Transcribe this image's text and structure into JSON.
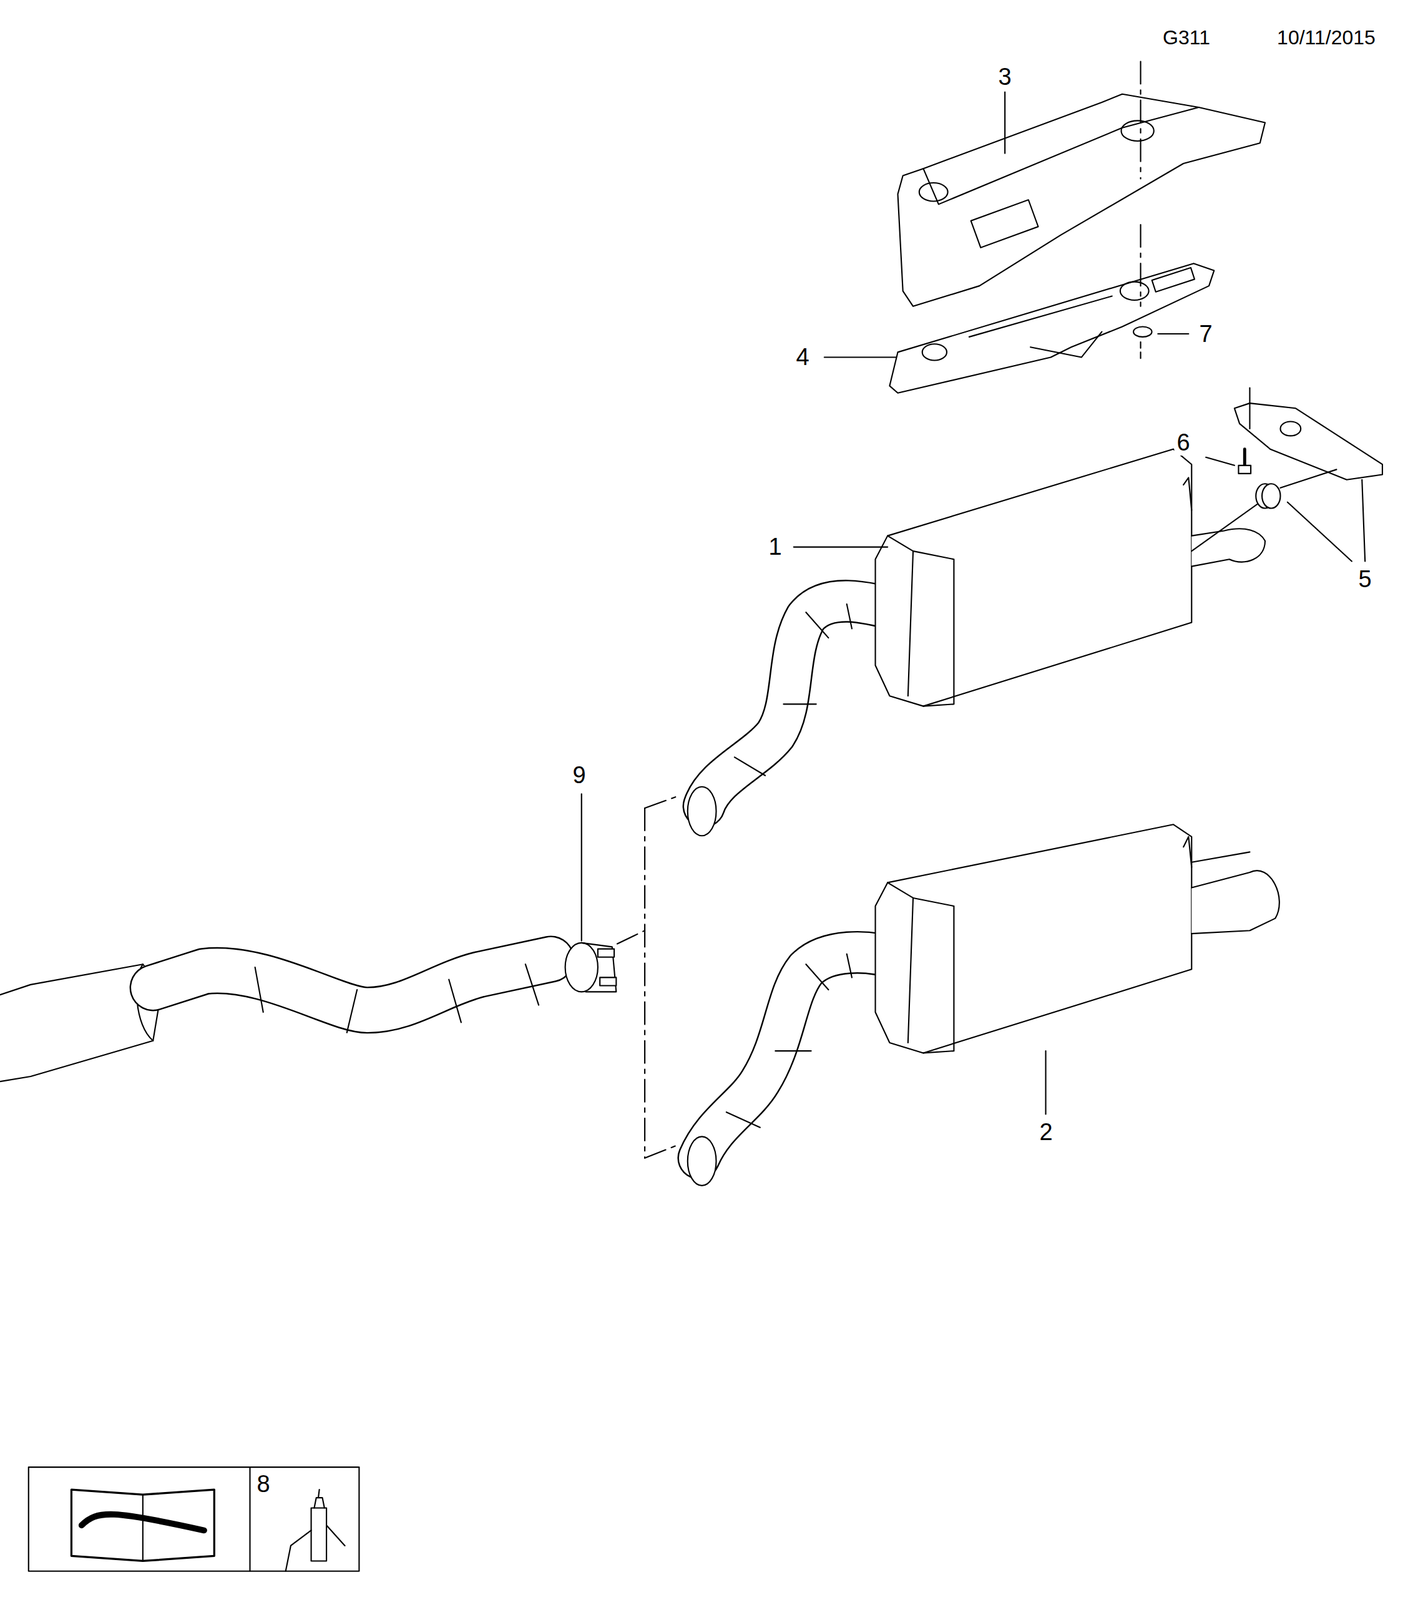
{
  "diagram": {
    "labels": [
      "G311",
      "10/11/2015",
      "3",
      "4",
      "7",
      "6",
      "1",
      "5",
      "9",
      "2",
      "8"
    ]
  }
}
